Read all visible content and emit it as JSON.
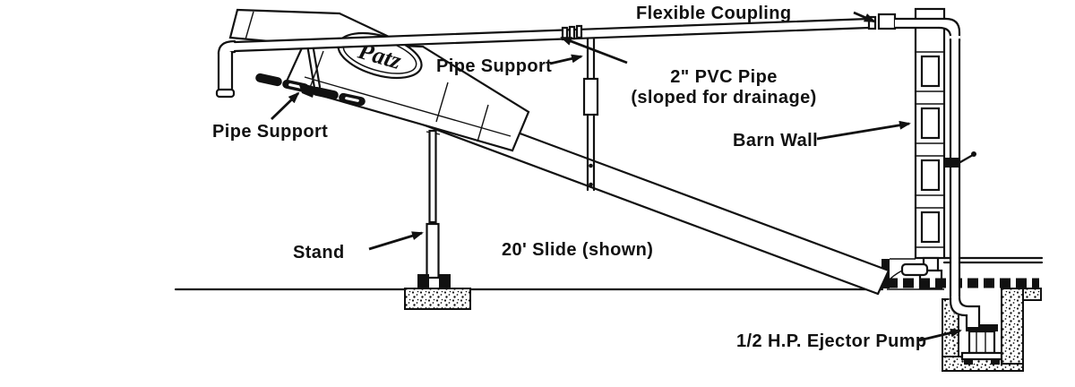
{
  "logo_text": "Patz",
  "colors": {
    "ink": "#111111",
    "paper": "#ffffff"
  },
  "labels": {
    "flexible_coupling": "Flexible Coupling",
    "pipe_support_middle": "Pipe Support",
    "pvc_pipe_line1": "2\" PVC Pipe",
    "pvc_pipe_line2": "(sloped for drainage)",
    "barn_wall": "Barn Wall",
    "pipe_support_left": "Pipe Support",
    "stand": "Stand",
    "slide": "20' Slide (shown)",
    "ejector_pump": "1/2 H.P. Ejector Pump"
  }
}
